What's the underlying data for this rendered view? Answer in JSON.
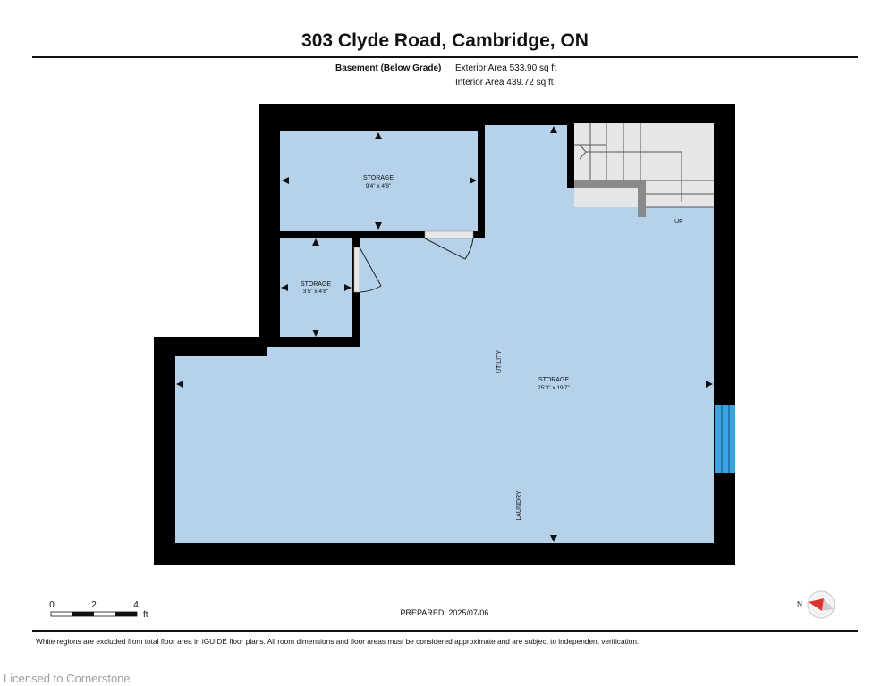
{
  "header": {
    "title": "303 Clyde Road, Cambridge, ON",
    "level": "Basement (Below Grade)",
    "exterior_area": "Exterior Area 533.90 sq ft",
    "interior_area": "Interior Area 439.72 sq ft"
  },
  "rooms": {
    "storage_top": {
      "name": "STORAGE",
      "dims": "9'4\" x 4'8\""
    },
    "storage_small": {
      "name": "STORAGE",
      "dims": "3'5\" x 4'8\""
    },
    "storage_main": {
      "name": "STORAGE",
      "dims": "25'3\" x 19'7\""
    },
    "utility": "UTILITY",
    "laundry": "LAUNDRY",
    "stairs_label": "UP"
  },
  "scale": {
    "ticks": [
      "0",
      "2",
      "4"
    ],
    "unit": "ft"
  },
  "footer": {
    "prepared": "PREPARED: 2025/07/06",
    "compass": "N",
    "disclaimer": "White regions are excluded from total floor area in iGUIDE floor plans. All room dimensions and floor areas must be considered approximate and are subject to independent verification.",
    "watermark": "Licensed to Cornerstone"
  },
  "colors": {
    "wall": "#000000",
    "floor": "#b5d2ea",
    "window": "#3ba3df",
    "stairs": "#e6e6e6",
    "compass_arrow": "#e03030"
  }
}
